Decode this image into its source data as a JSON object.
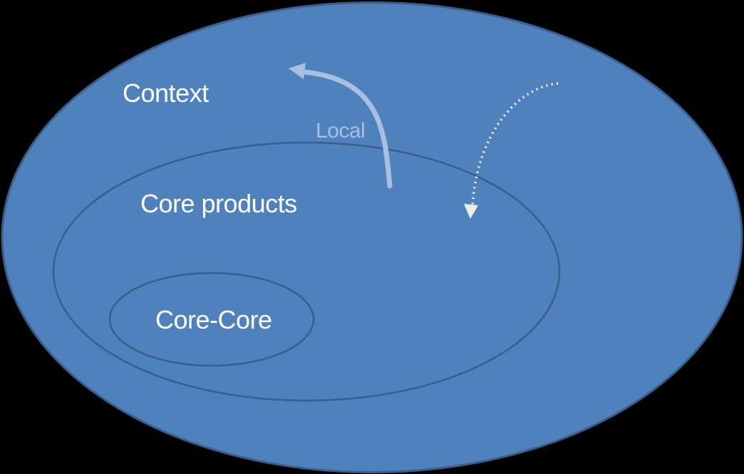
{
  "diagram": {
    "type": "nested-ellipses",
    "rings": [
      {
        "label": "Context"
      },
      {
        "label": "Core products"
      },
      {
        "label": "Core-Core"
      }
    ],
    "arrows": [
      {
        "label": "Local",
        "style": "solid",
        "direction": "curves-up-left-out-of-core-products"
      },
      {
        "label": "",
        "style": "dotted",
        "direction": "curves-down-into-core-products"
      }
    ],
    "colors": {
      "page_background": "#000000",
      "ellipse_fill": "#4f81bd",
      "ellipse_stroke": "#3a5e8c",
      "label_text": "#ffffff",
      "local_arrow": "#a9bfe0",
      "dotted_arrow": "#eeece1"
    }
  }
}
